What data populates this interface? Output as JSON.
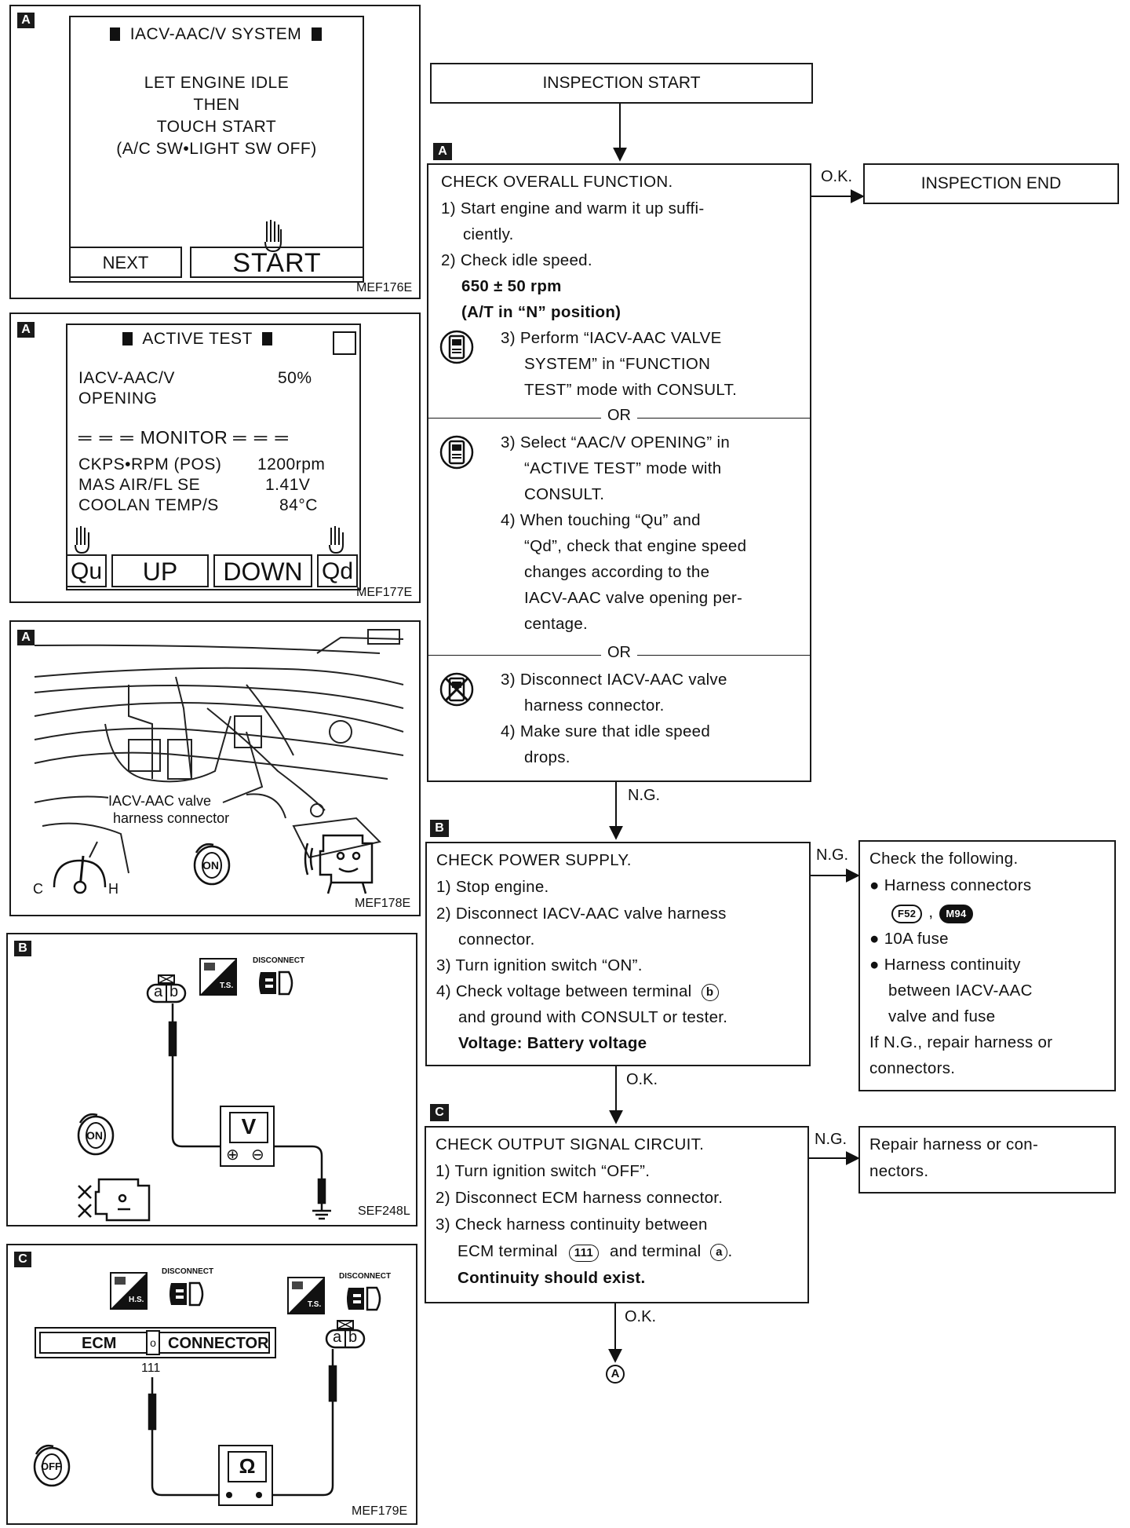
{
  "left_panels": {
    "p1": {
      "tag": "A",
      "title": "IACV-AAC/V SYSTEM",
      "lines": [
        "LET ENGINE IDLE",
        "THEN",
        "TOUCH START",
        "(A/C SW•LIGHT SW OFF)"
      ],
      "btn_next": "NEXT",
      "btn_start": "START",
      "code": "MEF176E"
    },
    "p2": {
      "tag": "A",
      "title": "ACTIVE TEST",
      "item_label_1": "IACV-AAC/V",
      "item_label_2": "OPENING",
      "item_value": "50%",
      "monitor": "MONITOR",
      "rows": [
        {
          "label": "CKPS•RPM (POS)",
          "value": "1200rpm"
        },
        {
          "label": "MAS AIR/FL SE",
          "value": "1.41V"
        },
        {
          "label": "COOLAN TEMP/S",
          "value": "84°C"
        }
      ],
      "btns": [
        "Qu",
        "UP",
        "DOWN",
        "Qd"
      ],
      "code": "MEF177E"
    },
    "p3": {
      "tag": "A",
      "callout_1": "IACV-AAC valve",
      "callout_2": "harness connector",
      "gauge_c": "C",
      "gauge_h": "H",
      "key": "ON",
      "code": "MEF178E"
    },
    "p4": {
      "tag": "B",
      "term_a": "a",
      "term_b": "b",
      "ts": "T.S.",
      "disconnect": "DISCONNECT",
      "meter": "V",
      "plus": "⊕",
      "minus": "⊖",
      "key": "ON",
      "code": "SEF248L"
    },
    "p5": {
      "tag": "C",
      "hs": "H.S.",
      "ts": "T.S.",
      "disconnect_1": "DISCONNECT",
      "disconnect_2": "DISCONNECT",
      "ecm": "ECM",
      "connector": "CONNECTOR",
      "pin": "111",
      "term_a": "a",
      "term_b": "b",
      "meter": "Ω",
      "key": "OFF",
      "code": "MEF179E"
    }
  },
  "flow": {
    "start": "INSPECTION START",
    "end": "INSPECTION END",
    "ok": "O.K.",
    "ng": "N.G.",
    "or": "OR",
    "boxA": {
      "tag": "A",
      "title": "CHECK OVERALL FUNCTION.",
      "s1a": "1) Start engine and warm it up suffi-",
      "s1b": "ciently.",
      "s2": "2) Check idle speed.",
      "spec1": "650 ± 50 rpm",
      "spec2": "(A/T in “N” position)",
      "s3a": "3) Perform “IACV-AAC VALVE",
      "s3b": "SYSTEM” in “FUNCTION",
      "s3c": "TEST” mode with CONSULT.",
      "t3a": "3) Select “AAC/V OPENING” in",
      "t3b": "“ACTIVE TEST” mode with",
      "t3c": "CONSULT.",
      "t4a": "4) When touching “Qu” and",
      "t4b": "“Qd”, check that engine speed",
      "t4c": "changes according to the",
      "t4d": "IACV-AAC valve opening per-",
      "t4e": "centage.",
      "u3a": "3) Disconnect IACV-AAC valve",
      "u3b": "harness connector.",
      "u4a": "4) Make sure that idle speed",
      "u4b": "drops."
    },
    "boxB": {
      "tag": "B",
      "title": "CHECK POWER SUPPLY.",
      "s1": "1) Stop engine.",
      "s2a": "2) Disconnect IACV-AAC valve harness",
      "s2b": "connector.",
      "s3": "3) Turn ignition switch “ON”.",
      "s4a": "4) Check voltage between terminal",
      "s4term": "b",
      "s4b": "and ground with CONSULT or tester.",
      "spec": "Voltage: Battery voltage"
    },
    "boxB_ng": {
      "title": "Check the following.",
      "i1": "Harness connectors",
      "c1": "F52",
      "comma": ",",
      "c2": "M94",
      "i2": "10A fuse",
      "i3a": "Harness continuity",
      "i3b": "between IACV-AAC",
      "i3c": "valve and fuse",
      "n1": "If N.G., repair harness or",
      "n2": "connectors."
    },
    "boxC": {
      "tag": "C",
      "title": "CHECK OUTPUT SIGNAL CIRCUIT.",
      "s1": "1) Turn ignition switch “OFF”.",
      "s2": "2) Disconnect ECM harness connector.",
      "s3a": "3) Check harness continuity between",
      "s3b1": "ECM terminal",
      "s3pin": "111",
      "s3b2": "and terminal",
      "s3term": "a",
      "s3end": ".",
      "spec": "Continuity should exist."
    },
    "boxC_ng": {
      "l1": "Repair harness or con-",
      "l2": "nectors."
    },
    "next": "A"
  }
}
